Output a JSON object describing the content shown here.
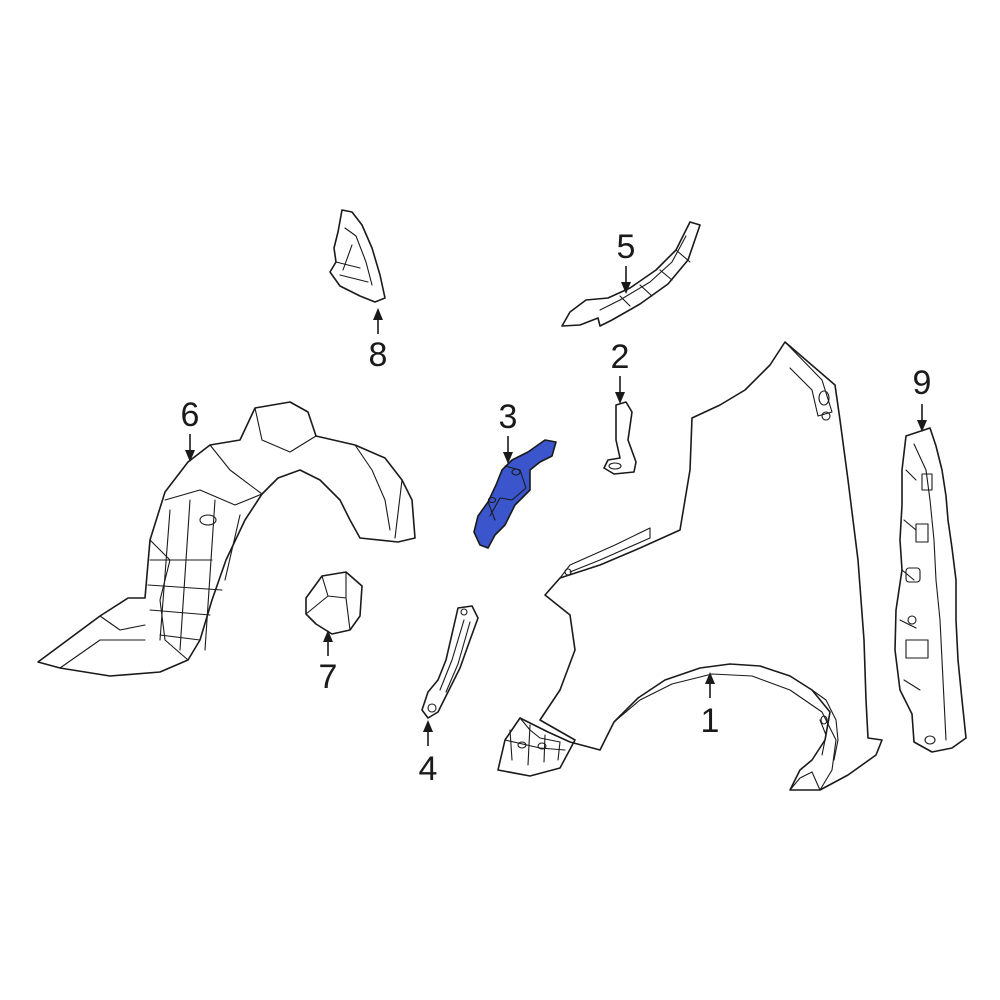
{
  "diagram": {
    "highlight_color": "#3b55cc",
    "line_color": "#1a1a1a",
    "callouts": [
      {
        "id": "1",
        "label": "1"
      },
      {
        "id": "2",
        "label": "2"
      },
      {
        "id": "3",
        "label": "3"
      },
      {
        "id": "4",
        "label": "4"
      },
      {
        "id": "5",
        "label": "5"
      },
      {
        "id": "6",
        "label": "6"
      },
      {
        "id": "7",
        "label": "7"
      },
      {
        "id": "8",
        "label": "8"
      },
      {
        "id": "9",
        "label": "9"
      }
    ]
  }
}
